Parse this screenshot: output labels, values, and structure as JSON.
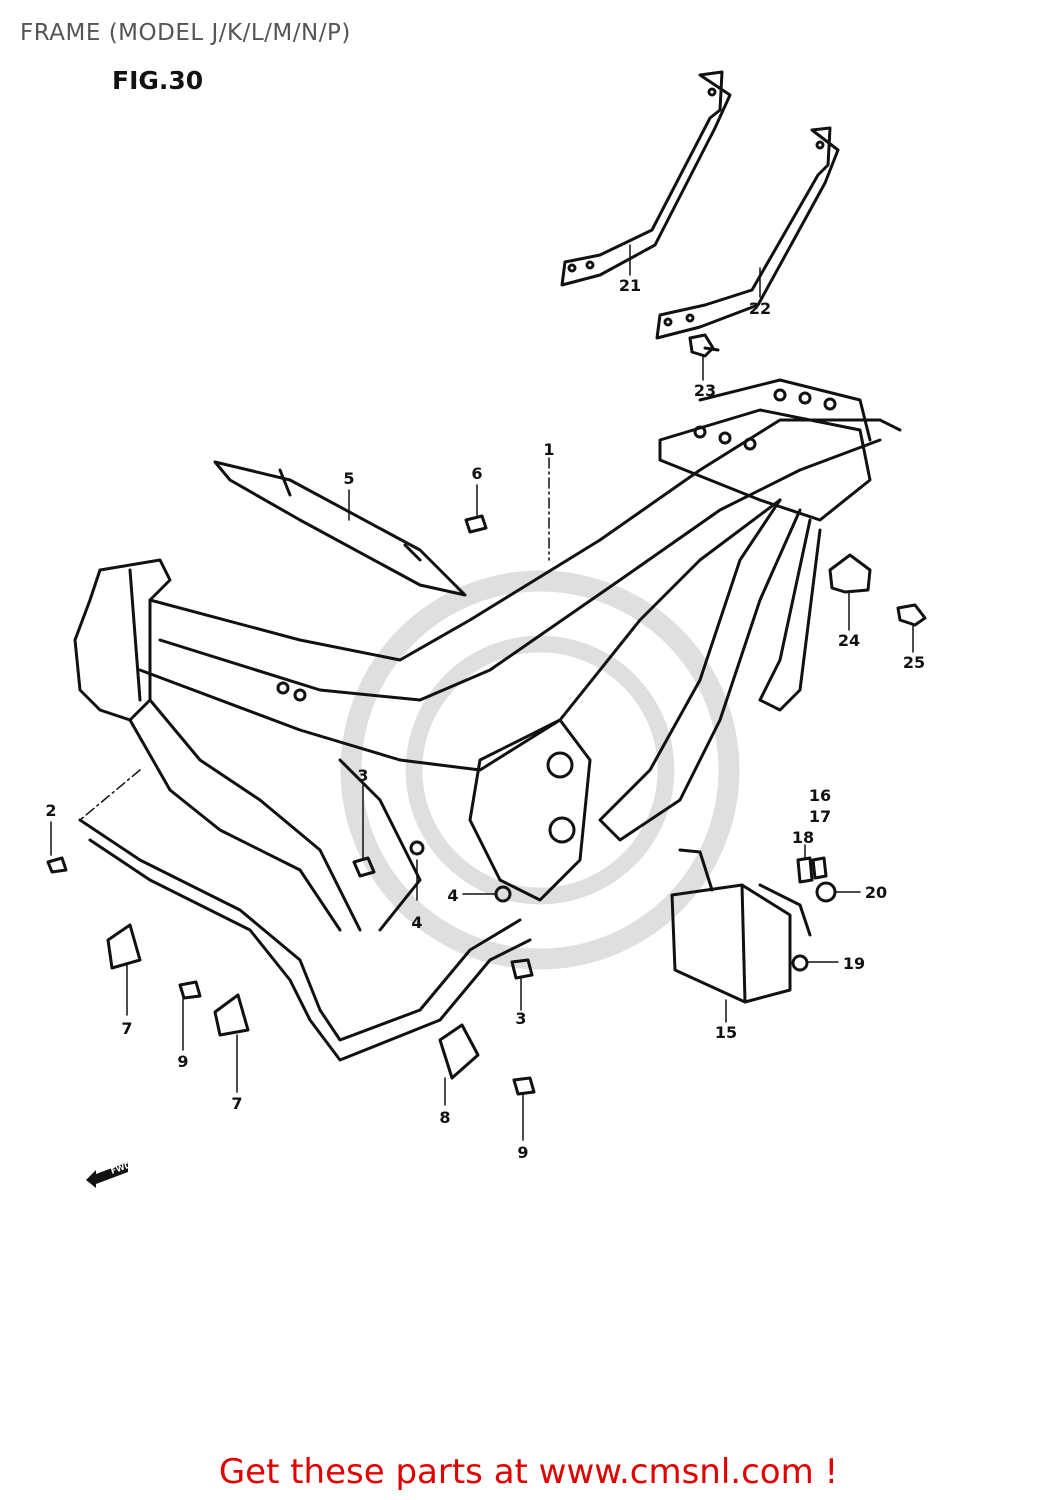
{
  "header": {
    "title": "FRAME (MODEL J/K/L/M/N/P)",
    "fig": "FIG.30"
  },
  "labels": {
    "l1": "1",
    "l2": "2",
    "l3a": "3",
    "l3b": "3",
    "l4a": "4",
    "l4b": "4",
    "l5": "5",
    "l6": "6",
    "l7a": "7",
    "l7b": "7",
    "l8": "8",
    "l9a": "9",
    "l9b": "9",
    "l15": "15",
    "l16": "16",
    "l17": "17",
    "l18": "18",
    "l19": "19",
    "l20": "20",
    "l21": "21",
    "l22": "22",
    "l23": "23",
    "l24": "24",
    "l25": "25"
  },
  "fwd": "FWD",
  "footer": "Get these parts at www.cmsnl.com !",
  "colors": {
    "footer": "#e00000",
    "ink": "#111111"
  }
}
